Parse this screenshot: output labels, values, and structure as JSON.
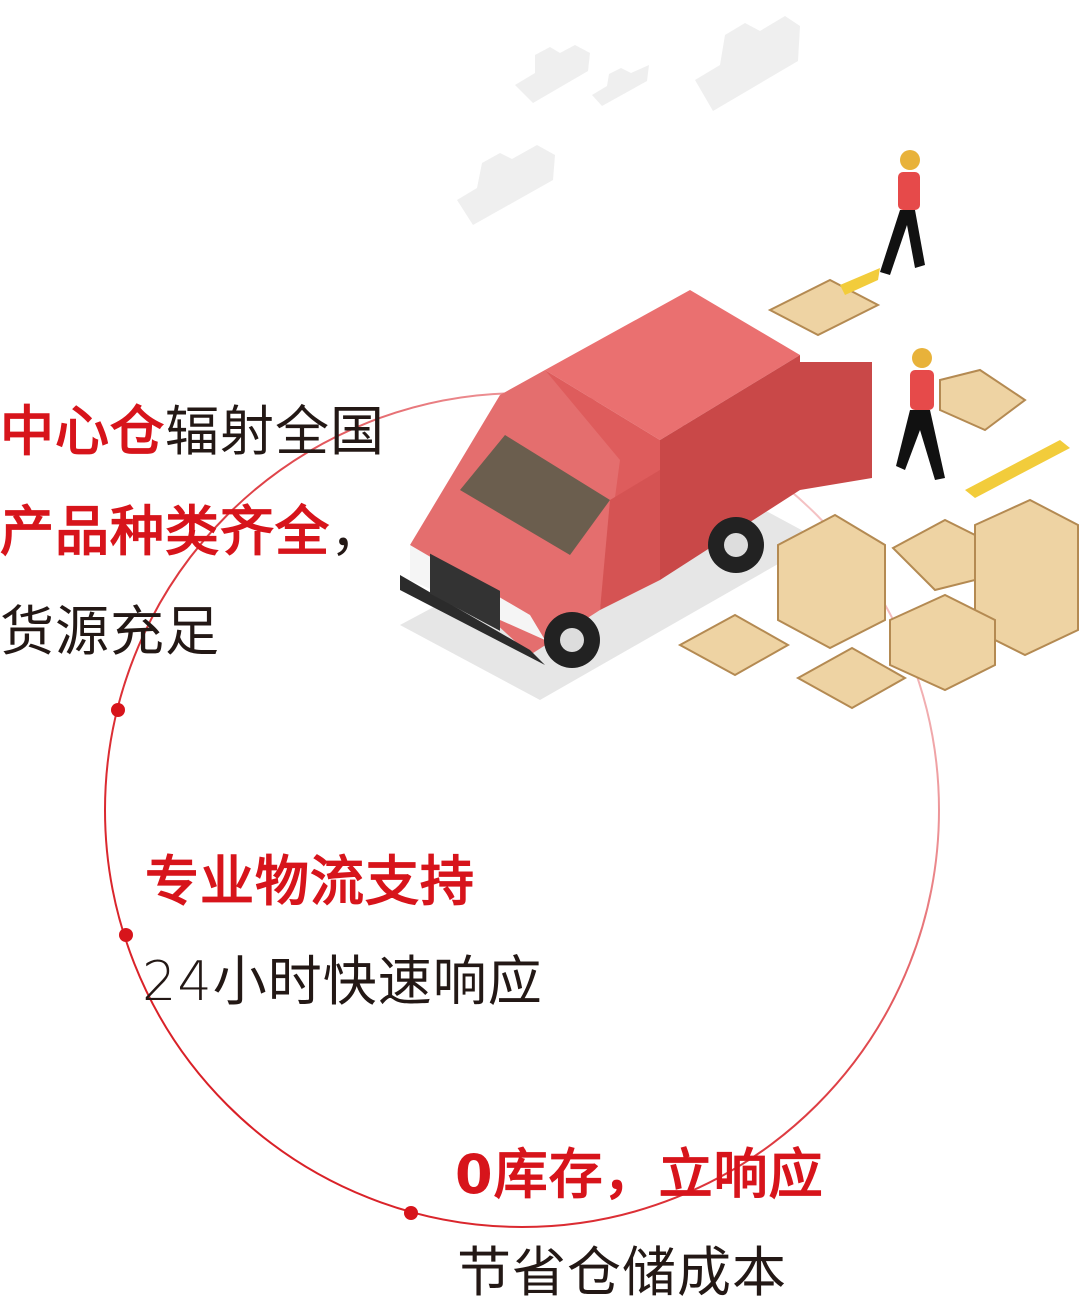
{
  "colors": {
    "accent": "#d7141b",
    "text": "#231815",
    "truck": "#e46e6e"
  },
  "illustration": {
    "icon": "delivery-truck-warehouse-illustration"
  },
  "items": [
    {
      "lines": [
        [
          {
            "text": "中心仓",
            "emphasis": true
          },
          {
            "text": "辐射全国",
            "emphasis": false
          }
        ],
        [
          {
            "text": "产品种类齐全",
            "emphasis": true
          },
          {
            "text": "，",
            "emphasis": false
          }
        ],
        [
          {
            "text": "货源充足",
            "emphasis": false
          }
        ]
      ]
    },
    {
      "title": "专业物流支持",
      "subtitle": "24小时快速响应"
    },
    {
      "title": "0库存，立响应",
      "subtitle": "节省仓储成本"
    }
  ]
}
